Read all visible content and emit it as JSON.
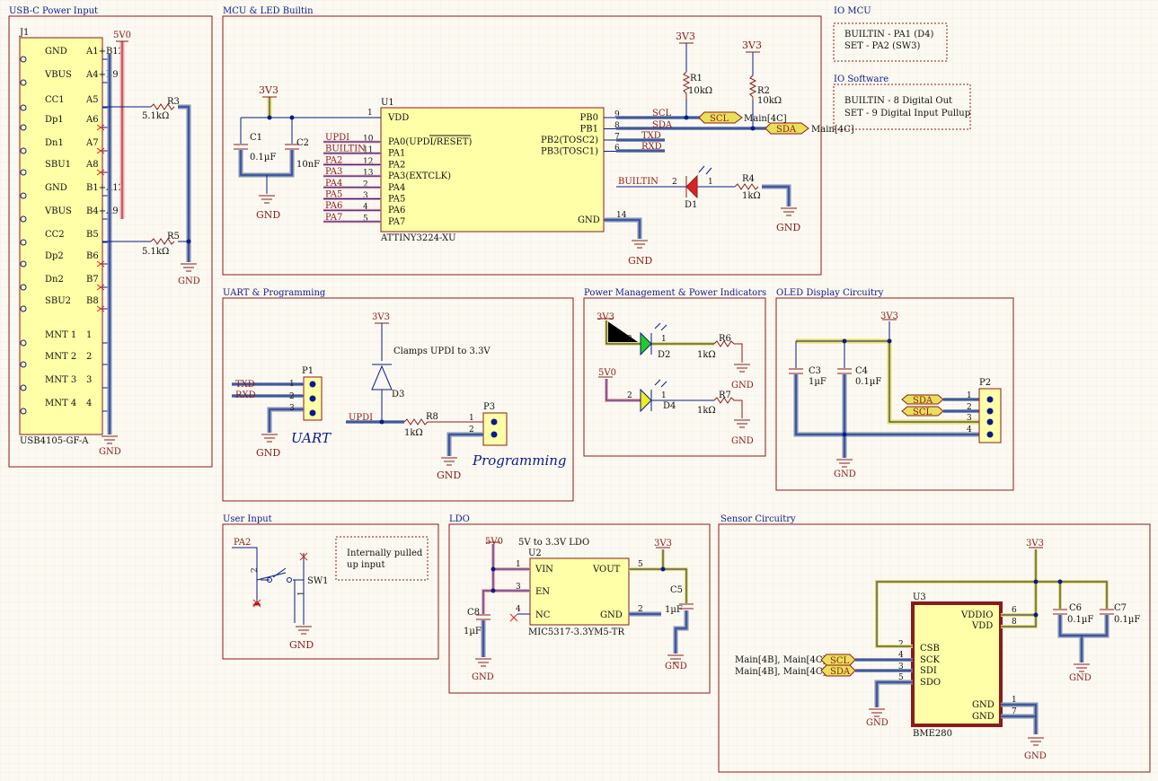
{
  "colors": {
    "frame": "#8b1a1a",
    "label": "#8b1a1a",
    "wire": "#0b1a8c",
    "highlight_blue": "#7f93b4",
    "highlight_yellow": "#e8e05a",
    "highlight_red": "#f3a6ad",
    "comp_fill": "#ffffa8",
    "note_border": "#8b1a1a",
    "grid": "#e4e0d0"
  },
  "sections": {
    "usbc": "USB-C Power Input",
    "mcu": "MCU & LED Builtin",
    "io_mcu": "IO MCU",
    "io_sw": "IO Software",
    "uart": "UART & Programming",
    "power": "Power Management & Power Indicators",
    "oled": "OLED Display Circuitry",
    "user": "User Input",
    "ldo": "LDO",
    "sensor": "Sensor Circuitry"
  },
  "notes": {
    "io_mcu_1": "BUILTIN - PA1 (D4)",
    "io_mcu_2": "SET - PA2 (SW3)",
    "io_sw_1": "BUILTIN - 8 Digital Out",
    "io_sw_2": "SET - 9 Digital Input Pullup",
    "pulled_1": "Internally pulled",
    "pulled_2": "up input",
    "clamp": "Clamps UPDI to 3.3V",
    "ldo_title": "5V to 3.3V LDO",
    "uart_label": "UART",
    "prog_label": "Programming"
  },
  "usb": {
    "ref": "J1",
    "part": "USB4105-GF-A",
    "v5": "5V0",
    "pins": [
      {
        "name": "GND",
        "num": "A1+B12"
      },
      {
        "name": "VBUS",
        "num": "A4+B9"
      },
      {
        "name": "CC1",
        "num": "A5"
      },
      {
        "name": "Dp1",
        "num": "A6"
      },
      {
        "name": "Dn1",
        "num": "A7"
      },
      {
        "name": "SBU1",
        "num": "A8"
      },
      {
        "name": "GND",
        "num": "B1+A12"
      },
      {
        "name": "VBUS",
        "num": "B4+A9"
      },
      {
        "name": "CC2",
        "num": "B5"
      },
      {
        "name": "Dp2",
        "num": "B6"
      },
      {
        "name": "Dn2",
        "num": "B7"
      },
      {
        "name": "SBU2",
        "num": "B8"
      },
      {
        "name": "MNT 1",
        "num": "1"
      },
      {
        "name": "MNT 2",
        "num": "2"
      },
      {
        "name": "MNT 3",
        "num": "3"
      },
      {
        "name": "MNT 4",
        "num": "4"
      }
    ],
    "r3": "R3",
    "r3v": "5.1kΩ",
    "r5": "R5",
    "r5v": "5.1kΩ",
    "gnd": "GND"
  },
  "mcu": {
    "ref": "U1",
    "part": "ATTINY3224-XU",
    "v33": "3V3",
    "gnd": "GND",
    "c1": "C1",
    "c1v": "0.1µF",
    "c2": "C2",
    "c2v": "10nF",
    "vdd": "VDD",
    "vdd_num": "1",
    "gnd_pin": "GND",
    "gnd_num": "14",
    "left_pins": [
      {
        "name": "PA0(UPDI/RESET)",
        "num": "10",
        "net": "UPDI"
      },
      {
        "name": "PA1",
        "num": "11",
        "net": "BUILTIN"
      },
      {
        "name": "PA2",
        "num": "12",
        "net": "PA2"
      },
      {
        "name": "PA3(EXTCLK)",
        "num": "13",
        "net": "PA3"
      },
      {
        "name": "PA4",
        "num": "2",
        "net": "PA4"
      },
      {
        "name": "PA5",
        "num": "3",
        "net": "PA5"
      },
      {
        "name": "PA6",
        "num": "4",
        "net": "PA6"
      },
      {
        "name": "PA7",
        "num": "5",
        "net": "PA7"
      }
    ],
    "right_pins": [
      {
        "name": "PB0",
        "num": "9",
        "net": "SCL"
      },
      {
        "name": "PB1",
        "num": "8",
        "net": "SDA"
      },
      {
        "name": "PB2(TOSC2)",
        "num": "7",
        "net": "TXD"
      },
      {
        "name": "PB3(TOSC1)",
        "num": "6",
        "net": "RXD"
      }
    ],
    "r1": "R1",
    "r1v": "10kΩ",
    "r2": "R2",
    "r2v": "10kΩ",
    "scl": "SCL",
    "sda": "SDA",
    "main_scl": "Main[4C]",
    "main_sda": "Main[4C]",
    "builtin": "BUILTIN",
    "d1": "D1",
    "r4": "R4",
    "r4v": "1kΩ",
    "p2": "2",
    "p1": "1"
  },
  "uart": {
    "txd": "TXD",
    "rxd": "RXD",
    "p1": "P1",
    "p3": "P3",
    "d3": "D3",
    "r8": "R8",
    "r8v": "1kΩ",
    "updi": "UPDI",
    "v33": "3V3",
    "gnd": "GND",
    "n1": "1",
    "n2": "2",
    "n3": "3"
  },
  "power": {
    "v33": "3V3",
    "v5": "5V0",
    "d2": "D2",
    "d4": "D4",
    "r6": "R6",
    "r6v": "1kΩ",
    "r7": "R7",
    "r7v": "1kΩ",
    "gnd": "GND",
    "n1": "1",
    "n2": "2"
  },
  "oled": {
    "v33": "3V3",
    "c3": "C3",
    "c3v": "1µF",
    "c4": "C4",
    "c4v": "0.1µF",
    "sda": "SDA",
    "scl": "SCL",
    "p2": "P2",
    "gnd": "GND",
    "n1": "1",
    "n2": "2",
    "n3": "3",
    "n4": "4"
  },
  "user": {
    "pa2": "PA2",
    "sw1": "SW1",
    "gnd": "GND",
    "n1": "1",
    "n2": "2"
  },
  "ldo": {
    "ref": "U2",
    "part": "MIC5317-3.3YM5-TR",
    "v5": "5V0",
    "v33": "3V3",
    "vin": "VIN",
    "en": "EN",
    "nc": "NC",
    "vout": "VOUT",
    "gnd": "GND",
    "c5": "C5",
    "c5v": "1µF",
    "c8": "C8",
    "c8v": "1µF",
    "n1": "1",
    "n2": "2",
    "n3": "3",
    "n4": "4",
    "n5": "5"
  },
  "sensor": {
    "ref": "U3",
    "part": "BME280",
    "v33": "3V3",
    "vddio": "VDDIO",
    "vdd": "VDD",
    "csb": "CSB",
    "sck": "SCK",
    "sdi": "SDI",
    "sdo": "SDO",
    "gnd1": "GND",
    "gnd2": "GND",
    "c6": "C6",
    "c6v": "0.1µF",
    "c7": "C7",
    "c7v": "0.1µF",
    "main_scl": "Main[4B], Main[4C]",
    "main_sda": "Main[4B], Main[4C]",
    "scl": "SCL",
    "sda": "SDA",
    "gnd": "GND",
    "n1": "1",
    "n2": "2",
    "n3": "3",
    "n4": "4",
    "n5": "5",
    "n6": "6",
    "n7": "7",
    "n8": "8"
  }
}
